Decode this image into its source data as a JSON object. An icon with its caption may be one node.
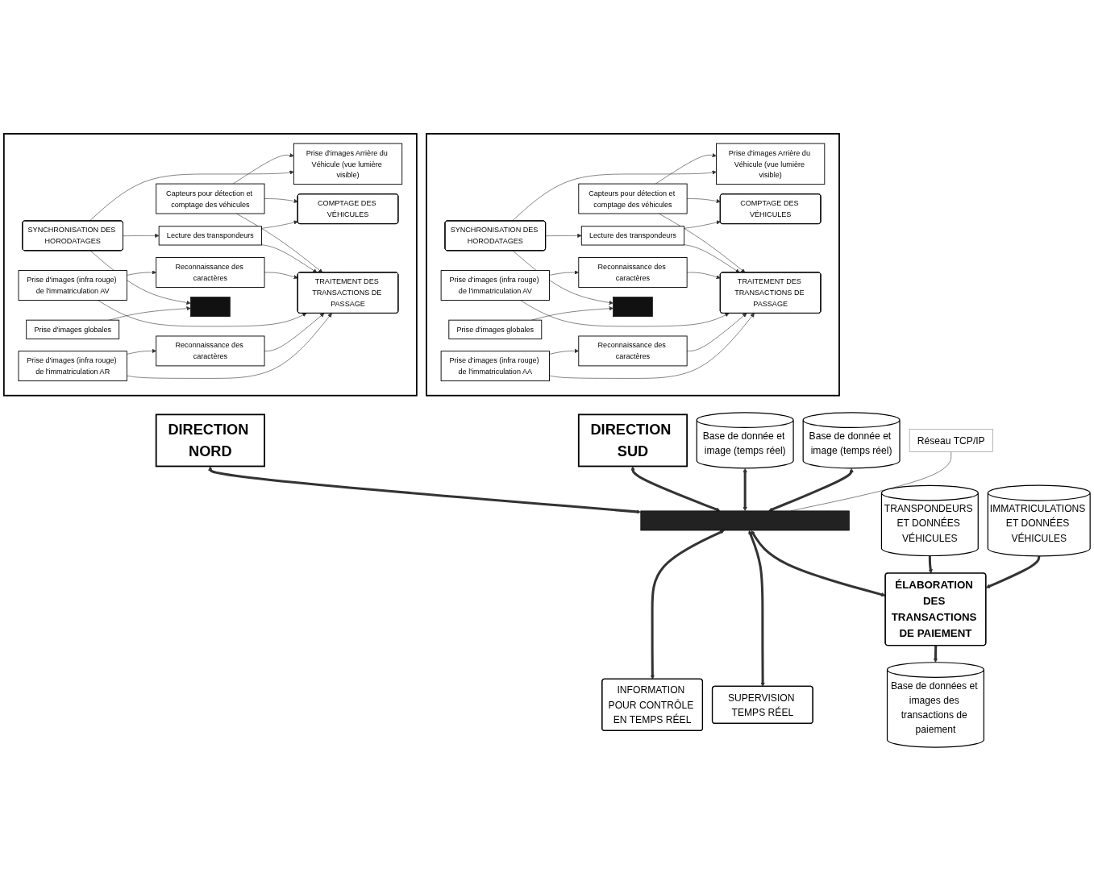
{
  "diagram": {
    "nodes": [
      {
        "text": [],
        "shape": "box"
      },
      {
        "text": [
          "DIRECTION NORD"
        ]
      },
      {
        "text": [
          "SYNCHRONISATION DES HORODATAGES"
        ],
        "in": 0
      },
      {
        "text": [
          "Lecture des transpondeurs"
        ],
        "in": 0
      },
      {
        "text": [
          "Capteurs pour détection et comptage des véhicules"
        ],
        "in": 0
      },
      {
        "text": [
          "Prise d'images Arrière du Véhicule (vue lumière visible)"
        ],
        "in": 0
      },
      {
        "text": [
          "COMPTAGE DES VÉHICULES"
        ],
        "in": 0
      },
      {
        "text": [
          "Prise d'images (infra rouge) de l'immatriculation AR"
        ],
        "in": 0
      },
      {
        "text": [
          "Prise d'images (infra rouge) de l'immatriculation AV"
        ],
        "in": 0
      },
      {
        "text": [
          "Reconnaissance des caractères"
        ],
        "in": 0
      },
      {
        "text": [
          "Reconnaissance des caractères"
        ],
        "in": 0
      },
      {
        "text": [],
        "shape": "box",
        "in": 0
      },
      {
        "text": [
          "TRAITEMENT DES TRANSACTIONS DE PASSAGE"
        ],
        "in": 0
      },
      {
        "text": [
          "Prise d'images globales"
        ],
        "in": 0
      },
      {
        "text": [],
        "shape": "box"
      },
      {
        "text": [
          "DIRECTION SUD"
        ]
      },
      {
        "text": [
          "SYNCHRONISATION DES HORODATAGES"
        ],
        "in": 14
      },
      {
        "text": [
          "Lecture des transpondeurs"
        ],
        "in": 14
      },
      {
        "text": [
          "Capteurs pour détection et comptage des véhicules"
        ],
        "in": 14
      },
      {
        "text": [
          "Prise d'images Arrière du Véhicule (vue lumière visible)"
        ],
        "in": 14
      },
      {
        "text": [
          "COMPTAGE DES VÉHICULES"
        ],
        "in": 14
      },
      {
        "text": [
          "Prise d'images (infra rouge) de l'immatriculation AA"
        ],
        "in": 14
      },
      {
        "text": [
          "Prise d'images (infra rouge) de l'immatriculation AV"
        ],
        "in": 14
      },
      {
        "text": [
          "Reconnaissance des caractères"
        ],
        "in": 14
      },
      {
        "text": [
          "Reconnaissance des caractères"
        ],
        "in": 14
      },
      {
        "text": [],
        "shape": "box",
        "in": 14
      },
      {
        "text": [
          "TRAITEMENT DES TRANSACTIONS DE PASSAGE"
        ],
        "in": 14
      },
      {
        "text": [
          "Prise d'images globales"
        ],
        "in": 14
      },
      {
        "text": [
          "Base de donnée et image (temps réel)"
        ]
      },
      {
        "text": [
          "Base de donnée et image (temps réel)"
        ]
      },
      {
        "text": [],
        "shape": "bar"
      },
      {
        "text": [
          "SUPERVISION TEMPS RÉEL"
        ]
      },
      {
        "text": [
          "ÉLABORATION DES TRANSACTIONS DE PAIEMENT"
        ]
      },
      {
        "text": [
          "INFORMATION POUR CONTRÔLE EN TEMPS RÉEL"
        ]
      },
      {
        "text": [
          "Base de données et images des transactions de paiement"
        ]
      },
      {
        "text": [
          "TRANSPONDEURS ET DONNÉES VÉHICULES"
        ]
      },
      {
        "text": [
          "Réseau TCP/IP"
        ]
      },
      {
        "text": [
          "IMMATRICULATIONS ET DONNÉES VÉHICULES"
        ]
      }
    ],
    "edges": [
      {
        "from": 2,
        "to": 3,
        "arrow": "to"
      },
      {
        "from": 2,
        "to": 5,
        "arrow": "to"
      },
      {
        "from": 4,
        "to": 5,
        "arrow": "to"
      },
      {
        "from": 3,
        "to": 6,
        "arrow": "to"
      },
      {
        "from": 4,
        "to": 6,
        "arrow": "to"
      },
      {
        "from": 7,
        "to": 9,
        "arrow": "to"
      },
      {
        "from": 8,
        "to": 10,
        "arrow": "to"
      },
      {
        "from": 7,
        "to": 12,
        "arrow": "to"
      },
      {
        "from": 9,
        "to": 12,
        "arrow": "to"
      },
      {
        "from": 8,
        "to": 12,
        "arrow": "to"
      },
      {
        "from": 10,
        "to": 12,
        "arrow": "to"
      },
      {
        "from": 3,
        "to": 12,
        "arrow": "to"
      },
      {
        "from": 4,
        "to": 12,
        "arrow": "to"
      },
      {
        "from": 13,
        "to": 11,
        "arrow": "to"
      },
      {
        "from": 2,
        "to": 11,
        "arrow": "to"
      },
      {
        "from": 16,
        "to": 17,
        "arrow": "to"
      },
      {
        "from": 16,
        "to": 19,
        "arrow": "to"
      },
      {
        "from": 18,
        "to": 19,
        "arrow": "to"
      },
      {
        "from": 17,
        "to": 20,
        "arrow": "to"
      },
      {
        "from": 18,
        "to": 20,
        "arrow": "to"
      },
      {
        "from": 21,
        "to": 23,
        "arrow": "to"
      },
      {
        "from": 22,
        "to": 24,
        "arrow": "to"
      },
      {
        "from": 21,
        "to": 26,
        "arrow": "to"
      },
      {
        "from": 23,
        "to": 26,
        "arrow": "to"
      },
      {
        "from": 22,
        "to": 26,
        "arrow": "to"
      },
      {
        "from": 24,
        "to": 26,
        "arrow": "to"
      },
      {
        "from": 17,
        "to": 26,
        "arrow": "to"
      },
      {
        "from": 18,
        "to": 26,
        "arrow": "to"
      },
      {
        "from": 27,
        "to": 25,
        "arrow": "to"
      },
      {
        "from": 16,
        "to": 25,
        "arrow": "to"
      },
      {
        "from": 1,
        "to": 30,
        "arrow": "both",
        "style": "thick"
      },
      {
        "from": 15,
        "to": 30,
        "arrow": "both",
        "style": "thick"
      },
      {
        "from": 28,
        "to": 30,
        "arrow": "both",
        "style": "thick"
      },
      {
        "from": 29,
        "to": 30,
        "arrow": "both",
        "style": "thick"
      },
      {
        "from": 30,
        "to": 31,
        "arrow": "both",
        "style": "thick"
      },
      {
        "from": 30,
        "to": 32,
        "arrow": "both",
        "style": "thick"
      },
      {
        "from": 30,
        "to": 33,
        "arrow": "both",
        "style": "thick"
      },
      {
        "from": 32,
        "to": 34,
        "arrow": "to",
        "style": "thick"
      },
      {
        "from": 35,
        "to": 32,
        "arrow": "to",
        "style": "thick"
      },
      {
        "from": 37,
        "to": 32,
        "arrow": "to",
        "style": "thick"
      },
      {
        "from": 36,
        "to": 30,
        "arrow": "none"
      }
    ]
  }
}
